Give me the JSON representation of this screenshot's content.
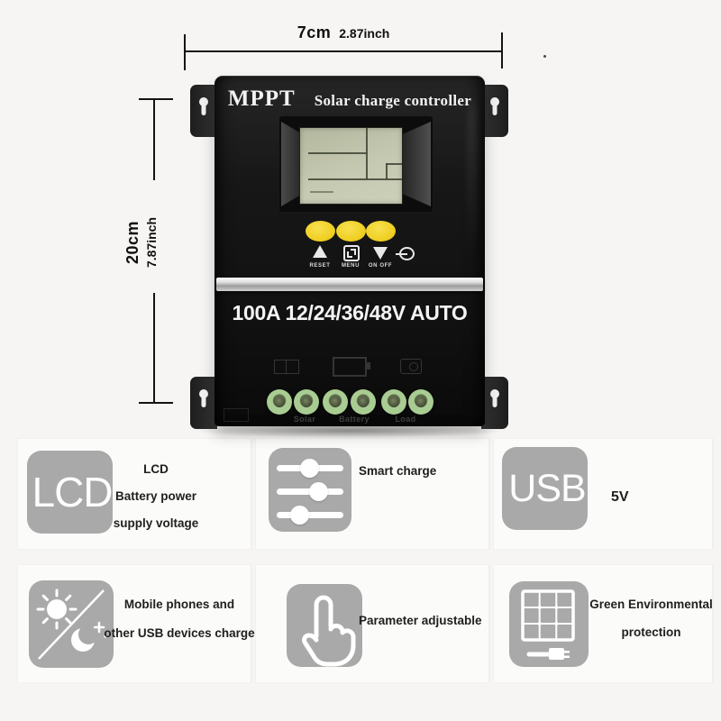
{
  "dimensions": {
    "width_value": "7cm",
    "width_inch": "2.87inch",
    "height_value": "20cm",
    "height_inch": "7.87inch"
  },
  "device": {
    "brand": "MPPT",
    "name": "Solar charge controller",
    "model_line": "100A 12/24/36/48V AUTO",
    "button_labels": [
      "RESET",
      "MENU",
      "ON OFF"
    ],
    "terminal_labels": [
      "Solar",
      "Battery",
      "Load"
    ]
  },
  "features": [
    {
      "icon": "lcd-icon",
      "icon_text": "LCD",
      "lines": [
        "LCD",
        "Battery power",
        "supply voltage"
      ]
    },
    {
      "icon": "sliders-icon",
      "lines": [
        "Smart charge"
      ]
    },
    {
      "icon": "usb-icon",
      "icon_text": "USB",
      "lines": [
        "5V"
      ]
    },
    {
      "icon": "day-night-icon",
      "lines": [
        "Mobile phones and",
        "other USB devices charge"
      ]
    },
    {
      "icon": "tap-hand-icon",
      "lines": [
        "Parameter adjustable"
      ]
    },
    {
      "icon": "solar-panel-icon",
      "lines": [
        "Green Environmental",
        "protection"
      ]
    }
  ],
  "colors": {
    "button_yellow": "#f0d024",
    "terminal_green": "#a9cc92",
    "lcd_screen": "#c6c9b1",
    "icon_gray": "#a9a9a9",
    "device_black": "#161616",
    "silver_stripe": "#cfcfcf"
  }
}
